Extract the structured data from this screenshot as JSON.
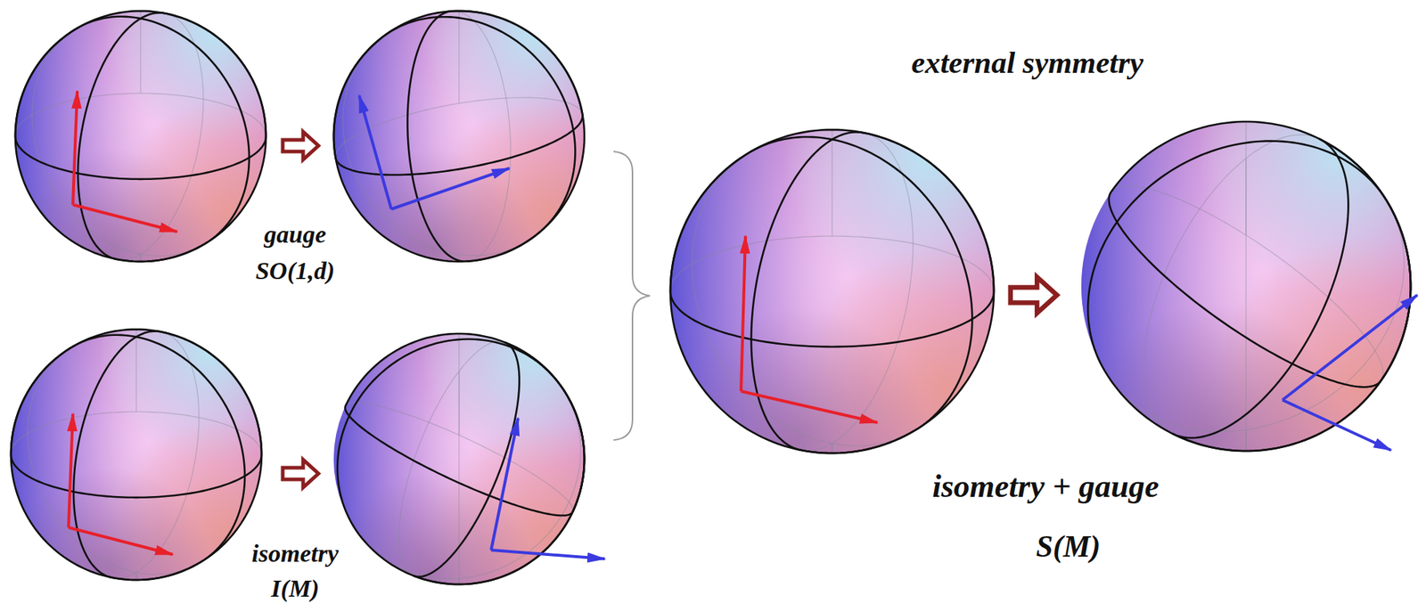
{
  "diagram": {
    "title": "external symmetry",
    "labels": [
      "gauge",
      "SO(1,d)",
      "isometry",
      "I(M)",
      "isometry + gauge",
      "S(M)"
    ]
  }
}
